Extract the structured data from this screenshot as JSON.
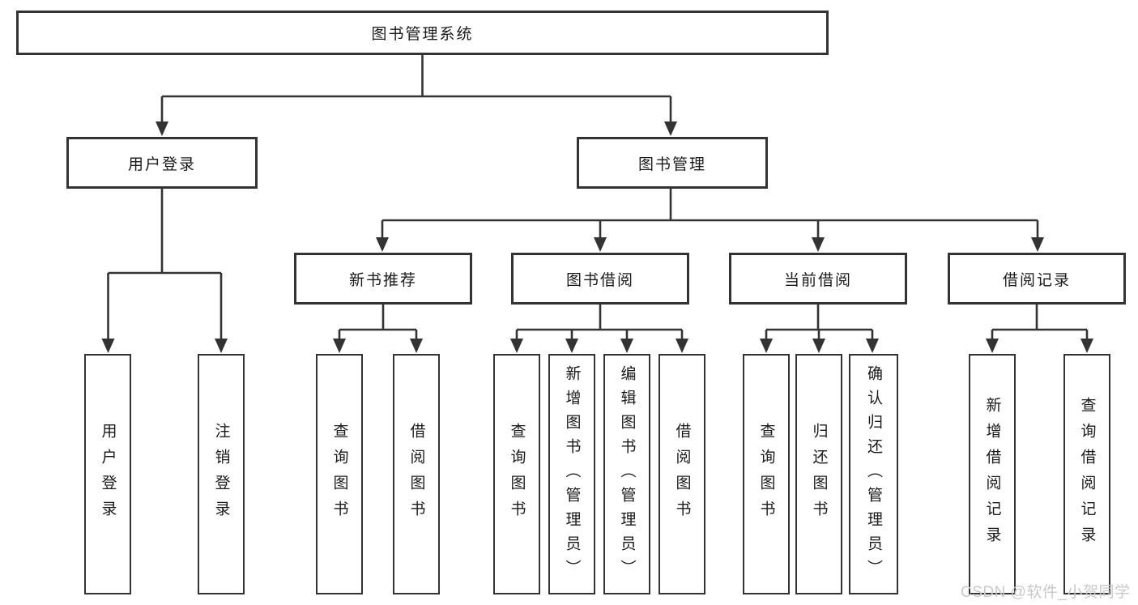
{
  "tree": {
    "title": "图书管理系统",
    "branches": [
      {
        "label": "用户登录",
        "children": [
          {
            "label": "用户登录"
          },
          {
            "label": "注销登录"
          }
        ]
      },
      {
        "label": "图书管理",
        "children": [
          {
            "label": "新书推荐",
            "children": [
              {
                "label": "查询图书"
              },
              {
                "label": "借阅图书"
              }
            ]
          },
          {
            "label": "图书借阅",
            "children": [
              {
                "label": "查询图书"
              },
              {
                "label": "新增图书（管理员）"
              },
              {
                "label": "编辑图书（管理员）"
              },
              {
                "label": "借阅图书"
              }
            ]
          },
          {
            "label": "当前借阅",
            "children": [
              {
                "label": "查询图书"
              },
              {
                "label": "归还图书"
              },
              {
                "label": "确认归还（管理员）"
              }
            ]
          },
          {
            "label": "借阅记录",
            "children": [
              {
                "label": "新增借阅记录"
              },
              {
                "label": "查询借阅记录"
              }
            ]
          }
        ]
      }
    ]
  },
  "watermark": {
    "text": "CSDN @软件_小贺同学",
    "color": "#c9c9c9"
  },
  "colors": {
    "line": "#333333",
    "box_border": "#333333",
    "box_fill": "#ffffff",
    "text": "#1a1a1a",
    "background": "#ffffff"
  }
}
